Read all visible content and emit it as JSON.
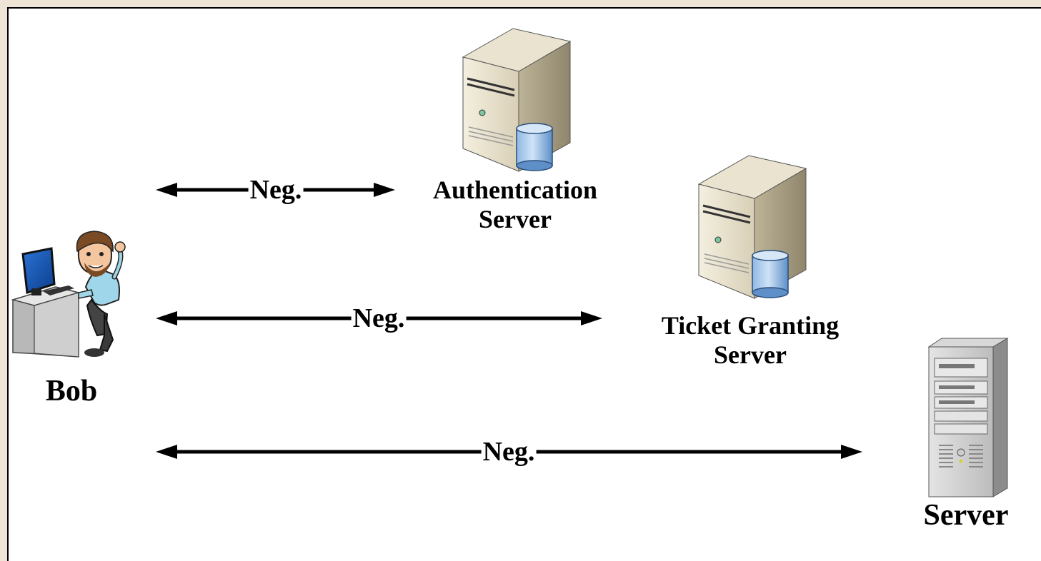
{
  "nodes": {
    "bob": {
      "label": "Bob",
      "icon": "user-at-computer-icon"
    },
    "auth_server": {
      "line1": "Authentication",
      "line2": "Server",
      "icon": "database-server-icon"
    },
    "tgs": {
      "line1": "Ticket Granting",
      "line2": "Server",
      "icon": "database-server-icon"
    },
    "server": {
      "label": "Server",
      "icon": "tower-server-icon"
    }
  },
  "arrows": [
    {
      "from": "bob",
      "to": "auth_server",
      "label": "Neg.",
      "direction": "both"
    },
    {
      "from": "bob",
      "to": "tgs",
      "label": "Neg.",
      "direction": "both"
    },
    {
      "from": "bob",
      "to": "server",
      "label": "Neg.",
      "direction": "both"
    }
  ],
  "colors": {
    "background": "#efe5d6",
    "frame": "#ffffff",
    "stroke": "#000000"
  }
}
